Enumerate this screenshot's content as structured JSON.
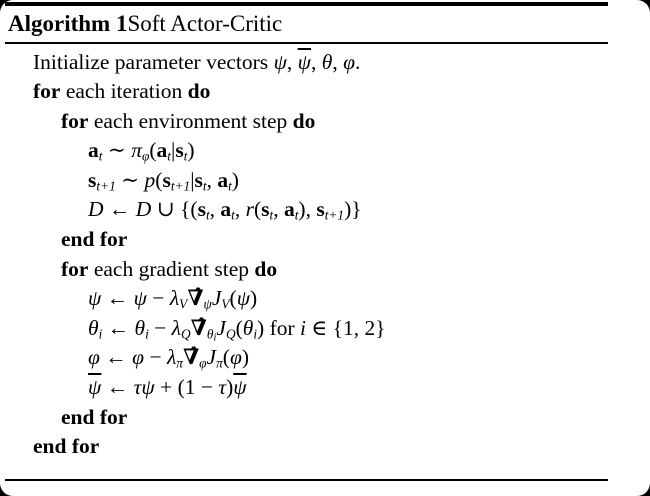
{
  "colors": {
    "text": "#000000",
    "card_background": "#ffffff",
    "outside_background": "#000000",
    "rule": "#000000"
  },
  "header": {
    "label": "Algorithm 1",
    "title": "Soft Actor-Critic"
  },
  "algorithm": {
    "lines": [
      {
        "indent": 1,
        "segments": [
          {
            "t": "Initialize parameter vectors ",
            "s": "rm"
          },
          {
            "t": "ψ",
            "s": "it"
          },
          {
            "t": ", ",
            "s": "rm"
          },
          {
            "t": "ψ",
            "s": "ol"
          },
          {
            "t": ", ",
            "s": "rm"
          },
          {
            "t": "θ",
            "s": "it"
          },
          {
            "t": ", ",
            "s": "rm"
          },
          {
            "t": "φ",
            "s": "it"
          },
          {
            "t": ".",
            "s": "rm"
          }
        ]
      },
      {
        "indent": 1,
        "segments": [
          {
            "t": "for",
            "s": "bf"
          },
          {
            "t": " each iteration ",
            "s": "rm"
          },
          {
            "t": "do",
            "s": "bf"
          }
        ]
      },
      {
        "indent": 2,
        "segments": [
          {
            "t": "for",
            "s": "bf"
          },
          {
            "t": " each environment step ",
            "s": "rm"
          },
          {
            "t": "do",
            "s": "bf"
          }
        ]
      },
      {
        "indent": 3,
        "segments": [
          {
            "t": "a",
            "s": "mbf"
          },
          {
            "t": "t",
            "s": "sub"
          },
          {
            "t": " ∼ ",
            "s": "op"
          },
          {
            "t": "π",
            "s": "it"
          },
          {
            "t": "φ",
            "s": "sub"
          },
          {
            "t": "(",
            "s": "rm"
          },
          {
            "t": "a",
            "s": "mbf"
          },
          {
            "t": "t",
            "s": "sub"
          },
          {
            "t": "|",
            "s": "rm"
          },
          {
            "t": "s",
            "s": "mbf"
          },
          {
            "t": "t",
            "s": "sub"
          },
          {
            "t": ")",
            "s": "rm"
          }
        ]
      },
      {
        "indent": 3,
        "segments": [
          {
            "t": "s",
            "s": "mbf"
          },
          {
            "t": "t+1",
            "s": "sub"
          },
          {
            "t": " ∼ ",
            "s": "op"
          },
          {
            "t": "p",
            "s": "it"
          },
          {
            "t": "(",
            "s": "rm"
          },
          {
            "t": "s",
            "s": "mbf"
          },
          {
            "t": "t+1",
            "s": "sub"
          },
          {
            "t": "|",
            "s": "rm"
          },
          {
            "t": "s",
            "s": "mbf"
          },
          {
            "t": "t",
            "s": "sub"
          },
          {
            "t": ", ",
            "s": "rm"
          },
          {
            "t": "a",
            "s": "mbf"
          },
          {
            "t": "t",
            "s": "sub"
          },
          {
            "t": ")",
            "s": "rm"
          }
        ]
      },
      {
        "indent": 3,
        "segments": [
          {
            "t": "D",
            "s": "cal"
          },
          {
            "t": " ← ",
            "s": "op"
          },
          {
            "t": "D",
            "s": "cal"
          },
          {
            "t": " ∪ ",
            "s": "op"
          },
          {
            "t": "{(",
            "s": "rm"
          },
          {
            "t": "s",
            "s": "mbf"
          },
          {
            "t": "t",
            "s": "sub"
          },
          {
            "t": ", ",
            "s": "rm"
          },
          {
            "t": "a",
            "s": "mbf"
          },
          {
            "t": "t",
            "s": "sub"
          },
          {
            "t": ", ",
            "s": "rm"
          },
          {
            "t": "r",
            "s": "it"
          },
          {
            "t": "(",
            "s": "rm"
          },
          {
            "t": "s",
            "s": "mbf"
          },
          {
            "t": "t",
            "s": "sub"
          },
          {
            "t": ", ",
            "s": "rm"
          },
          {
            "t": "a",
            "s": "mbf"
          },
          {
            "t": "t",
            "s": "sub"
          },
          {
            "t": "), ",
            "s": "rm"
          },
          {
            "t": "s",
            "s": "mbf"
          },
          {
            "t": "t+1",
            "s": "sub"
          },
          {
            "t": ")}",
            "s": "rm"
          }
        ]
      },
      {
        "indent": 2,
        "segments": [
          {
            "t": "end for",
            "s": "bf"
          }
        ]
      },
      {
        "indent": 2,
        "segments": [
          {
            "t": "for",
            "s": "bf"
          },
          {
            "t": " each gradient step ",
            "s": "rm"
          },
          {
            "t": "do",
            "s": "bf"
          }
        ]
      },
      {
        "indent": 3,
        "segments": [
          {
            "t": "ψ",
            "s": "it"
          },
          {
            "t": " ← ",
            "s": "op"
          },
          {
            "t": "ψ",
            "s": "it"
          },
          {
            "t": " − ",
            "s": "op"
          },
          {
            "t": "λ",
            "s": "it"
          },
          {
            "t": "V",
            "s": "sub"
          },
          {
            "t": "∇̂",
            "s": "nab"
          },
          {
            "t": "ψ",
            "s": "sub"
          },
          {
            "t": "J",
            "s": "it"
          },
          {
            "t": "V",
            "s": "sub"
          },
          {
            "t": "(",
            "s": "rm"
          },
          {
            "t": "ψ",
            "s": "it"
          },
          {
            "t": ")",
            "s": "rm"
          }
        ]
      },
      {
        "indent": 3,
        "segments": [
          {
            "t": "θ",
            "s": "it"
          },
          {
            "t": "i",
            "s": "sub"
          },
          {
            "t": " ← ",
            "s": "op"
          },
          {
            "t": "θ",
            "s": "it"
          },
          {
            "t": "i",
            "s": "sub"
          },
          {
            "t": " − ",
            "s": "op"
          },
          {
            "t": "λ",
            "s": "it"
          },
          {
            "t": "Q",
            "s": "sub"
          },
          {
            "t": "∇̂",
            "s": "nab"
          },
          {
            "t": "θ",
            "s": "sub"
          },
          {
            "t": "i",
            "s": "subsub"
          },
          {
            "t": "J",
            "s": "it"
          },
          {
            "t": "Q",
            "s": "sub"
          },
          {
            "t": "(",
            "s": "rm"
          },
          {
            "t": "θ",
            "s": "it"
          },
          {
            "t": "i",
            "s": "sub"
          },
          {
            "t": ")",
            "s": "rm"
          },
          {
            "t": " for ",
            "s": "rm"
          },
          {
            "t": "i",
            "s": "it"
          },
          {
            "t": " ∈ ",
            "s": "op"
          },
          {
            "t": "{1, 2}",
            "s": "rm"
          }
        ]
      },
      {
        "indent": 3,
        "segments": [
          {
            "t": "φ",
            "s": "it"
          },
          {
            "t": " ← ",
            "s": "op"
          },
          {
            "t": "φ",
            "s": "it"
          },
          {
            "t": " − ",
            "s": "op"
          },
          {
            "t": "λ",
            "s": "it"
          },
          {
            "t": "π",
            "s": "sub"
          },
          {
            "t": "∇̂",
            "s": "nab"
          },
          {
            "t": "φ",
            "s": "sub"
          },
          {
            "t": "J",
            "s": "it"
          },
          {
            "t": "π",
            "s": "sub"
          },
          {
            "t": "(",
            "s": "rm"
          },
          {
            "t": "φ",
            "s": "it"
          },
          {
            "t": ")",
            "s": "rm"
          }
        ]
      },
      {
        "indent": 3,
        "segments": [
          {
            "t": "ψ",
            "s": "ol"
          },
          {
            "t": " ← ",
            "s": "op"
          },
          {
            "t": "τ",
            "s": "it"
          },
          {
            "t": "ψ",
            "s": "it"
          },
          {
            "t": " + ",
            "s": "op"
          },
          {
            "t": "(1 ",
            "s": "rm"
          },
          {
            "t": "− ",
            "s": "op"
          },
          {
            "t": "τ",
            "s": "it"
          },
          {
            "t": ")",
            "s": "rm"
          },
          {
            "t": "ψ",
            "s": "ol"
          }
        ]
      },
      {
        "indent": 2,
        "segments": [
          {
            "t": "end for",
            "s": "bf"
          }
        ]
      },
      {
        "indent": 1,
        "segments": [
          {
            "t": "end for",
            "s": "bf"
          }
        ]
      }
    ]
  }
}
